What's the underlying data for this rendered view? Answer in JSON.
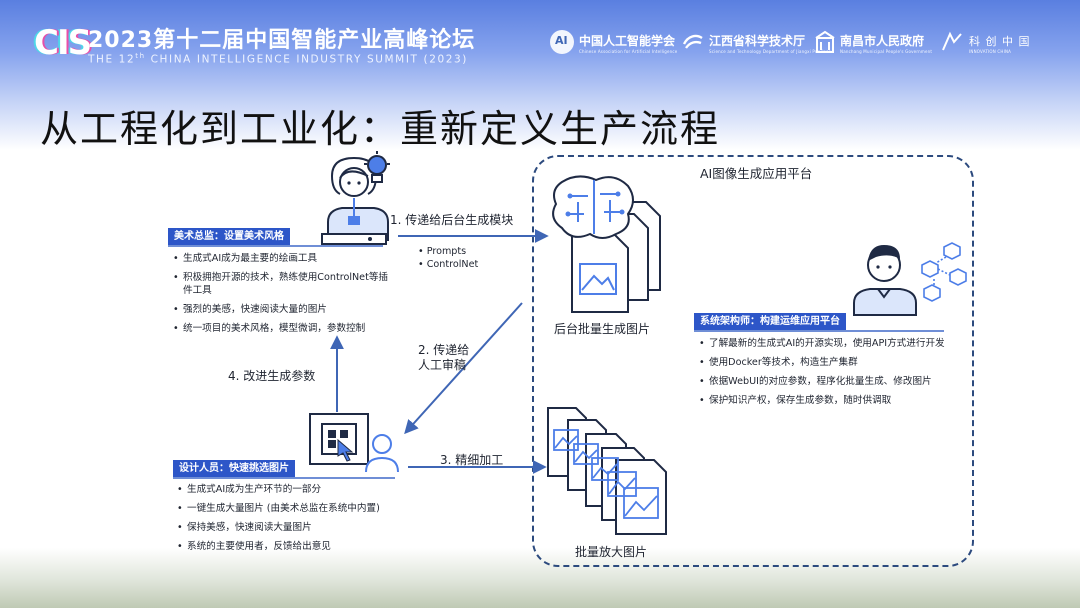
{
  "header": {
    "logo_text": "CIS",
    "summit_title": "2023第十二届中国智能产业高峰论坛",
    "summit_subtitle_pre": "THE 12",
    "summit_subtitle_sup": "th",
    "summit_subtitle_post": " CHINA INTELLIGENCE INDUSTRY SUMMIT (2023)",
    "partners": [
      {
        "name": "中国人工智能学会",
        "sub": "Chinese Association for Artificial Intelligence"
      },
      {
        "name": "江西省科学技术厅",
        "sub": "Science and Technology Department of Jiangxi Province"
      },
      {
        "name": "南昌市人民政府",
        "sub": "Nanchang Municipal People's Government"
      },
      {
        "name": "科 创 中 国",
        "sub": "INNOVATION CHINA"
      }
    ]
  },
  "slide_title": "从工程化到工业化：重新定义生产流程",
  "platform": {
    "title": "AI图像生成应用平台"
  },
  "art_director": {
    "label": "美术总监：设置美术风格",
    "bullets": [
      "生成式AI成为最主要的绘画工具",
      "积极拥抱开源的技术，熟练使用ControlNet等插件工具",
      "强烈的美感，快速阅读大量的图片",
      "统一项目的美术风格，模型微调，参数控制"
    ]
  },
  "designer": {
    "label": "设计人员：快速挑选图片",
    "bullets": [
      "生成式AI成为生产环节的一部分",
      "一键生成大量图片 (由美术总监在系统中内置)",
      "保持美感，快速阅读大量图片",
      "系统的主要使用者，反馈给出意见"
    ]
  },
  "architect": {
    "label": "系统架构师：构建运维应用平台",
    "bullets": [
      "了解最新的生成式AI的开源实现，使用API方式进行开发",
      "使用Docker等技术，构造生产集群",
      "依据WebUI的对应参数，程序化批量生成、修改图片",
      "保护知识产权，保存生成参数，随时供调取"
    ]
  },
  "flows": {
    "step1": "1. 传递给后台生成模块",
    "step1_items": [
      "Prompts",
      "ControlNet"
    ],
    "step2_line1": "2. 传递给",
    "step2_line2": "人工审稿",
    "step3": "3. 精细加工",
    "step4": "4. 改进生成参数"
  },
  "captions": {
    "backend": "后台批量生成图片",
    "upscale": "批量放大图片"
  },
  "colors": {
    "accent": "#2d56c8",
    "arrow": "#3f66b5",
    "platform_border": "#2c4a7e",
    "icon_stroke": "#1f2a44",
    "icon_accent": "#4d7ee8"
  }
}
